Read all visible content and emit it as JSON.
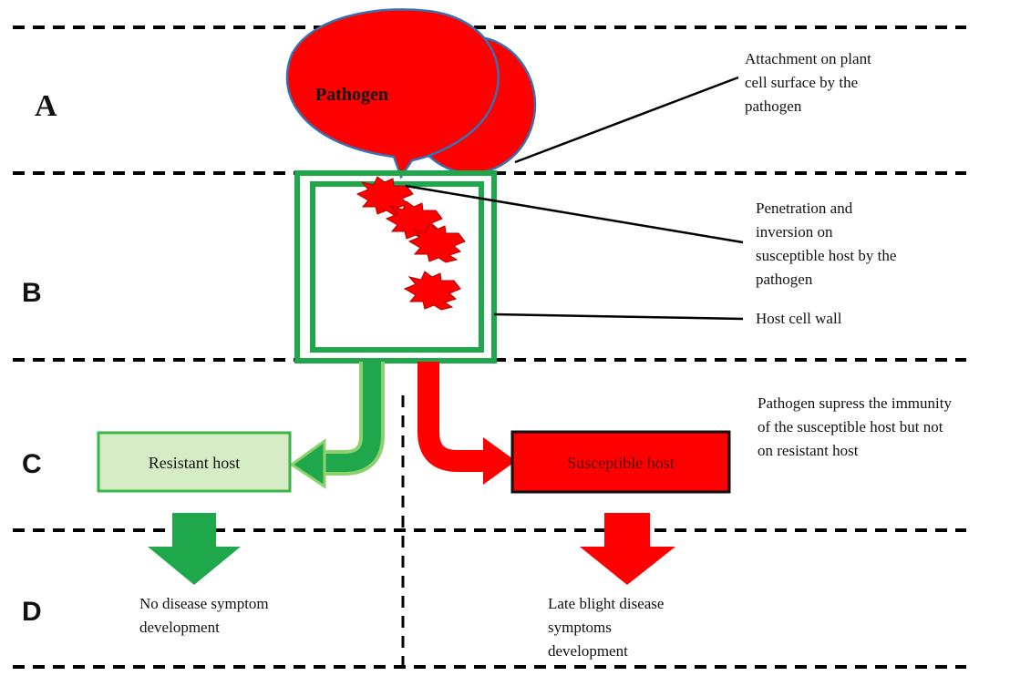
{
  "stages": {
    "a": "A",
    "b": "B",
    "c": "C",
    "d": "D"
  },
  "pathogen": {
    "label": "Pathogen"
  },
  "annotations": {
    "attachment": [
      "Attachment  on plant",
      "cell surface by the",
      "pathogen"
    ],
    "penetration": [
      "Penetration and",
      "inversion  on",
      "susceptible host by the",
      "pathogen"
    ],
    "cell_wall": "Host cell wall",
    "immunity": [
      "Pathogen supress the immunity",
      "of the susceptible host but not",
      "on resistant host"
    ]
  },
  "hosts": {
    "resistant": "Resistant host",
    "susceptible": "Susceptible host"
  },
  "outcomes": {
    "resistant": [
      "No disease symptom",
      "development"
    ],
    "susceptible": [
      "Late blight disease",
      "symptoms",
      "development"
    ]
  },
  "colors": {
    "pathogen_red": "#ff0000",
    "pathogen_outline": "#3a6fb0",
    "green": "#1ea84b",
    "light_green": "#d6ecc4",
    "light_green_border": "#3ab54a",
    "light_green_outline": "#8fd06e",
    "susceptible_text": "#5a0000"
  }
}
